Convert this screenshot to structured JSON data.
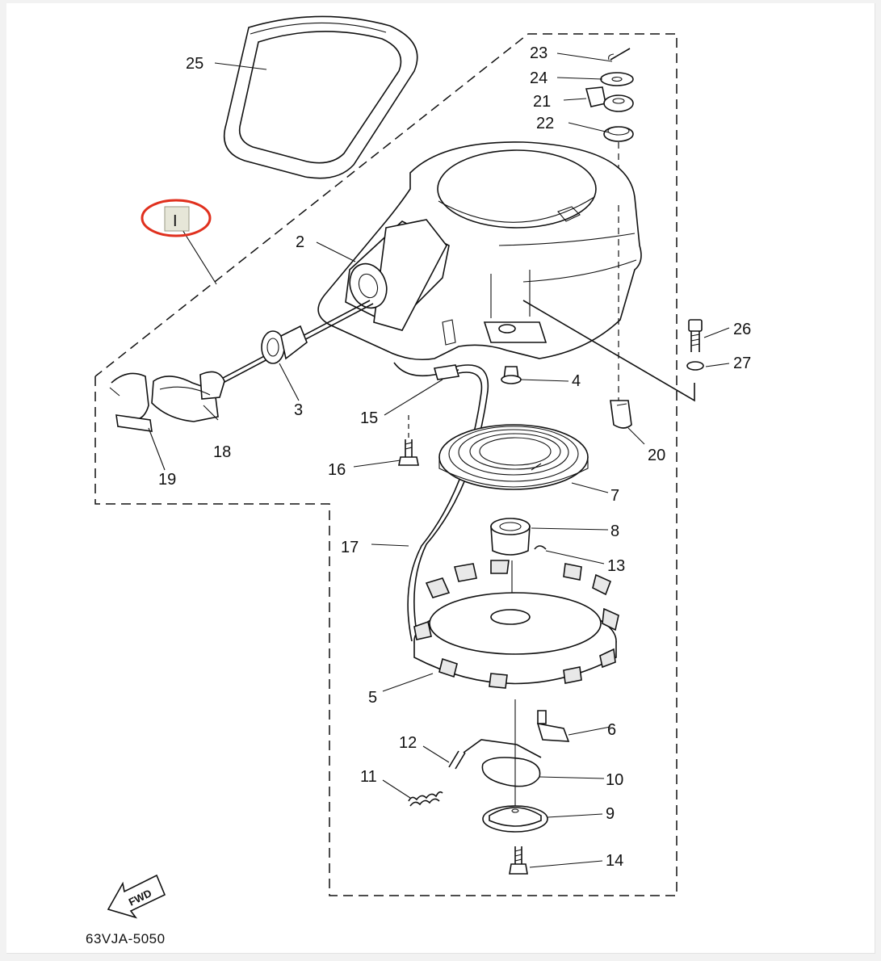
{
  "diagram": {
    "callouts": [
      {
        "id": "c25",
        "label": "25"
      },
      {
        "id": "c23",
        "label": "23"
      },
      {
        "id": "c24",
        "label": "24"
      },
      {
        "id": "c21",
        "label": "21"
      },
      {
        "id": "c22",
        "label": "22"
      },
      {
        "id": "c1",
        "label": "I"
      },
      {
        "id": "c2",
        "label": "2"
      },
      {
        "id": "c26",
        "label": "26"
      },
      {
        "id": "c27",
        "label": "27"
      },
      {
        "id": "c4",
        "label": "4"
      },
      {
        "id": "c3",
        "label": "3"
      },
      {
        "id": "c15",
        "label": "15"
      },
      {
        "id": "c18",
        "label": "18"
      },
      {
        "id": "c19",
        "label": "19"
      },
      {
        "id": "c20",
        "label": "20"
      },
      {
        "id": "c16",
        "label": "16"
      },
      {
        "id": "c7",
        "label": "7"
      },
      {
        "id": "c8",
        "label": "8"
      },
      {
        "id": "c17",
        "label": "17"
      },
      {
        "id": "c13",
        "label": "13"
      },
      {
        "id": "c5",
        "label": "5"
      },
      {
        "id": "c6",
        "label": "6"
      },
      {
        "id": "c12",
        "label": "12"
      },
      {
        "id": "c11",
        "label": "11"
      },
      {
        "id": "c10",
        "label": "10"
      },
      {
        "id": "c9",
        "label": "9"
      },
      {
        "id": "c14",
        "label": "14"
      }
    ],
    "direction_label": "FWD",
    "drawing_code": "63VJA-5050"
  },
  "colors": {
    "highlight_ring": "#e0301e",
    "highlight_fill": "#e6e6d8",
    "line": "#111111"
  }
}
